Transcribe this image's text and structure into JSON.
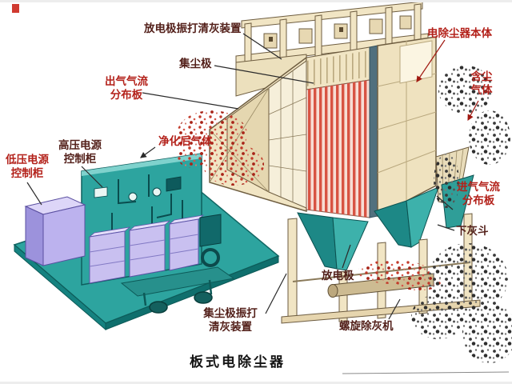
{
  "colors": {
    "label-red": "#b3211a",
    "label-dark": "#53201a",
    "title-color": "#141414",
    "teal": "#2da49f",
    "teal-dark": "#177170",
    "cream": "#f1e5c4",
    "plate-pink": "#d85343",
    "purple-light": "#c9c0f0",
    "purple-dark": "#8a7ed0",
    "dust-red": "#c23a2a",
    "dust-dark": "#3a3a3a"
  },
  "diagram": {
    "caption": "板式电除尘器",
    "labels": {
      "discharge_rapping": "放电极振打清灰装置",
      "esp_body": "电除尘器本体",
      "collecting_electrode": "集尘极",
      "outlet_plate": "出气气流\n分布板",
      "dusty_gas": "含尘\n气体",
      "clean_gas": "净化后气体",
      "hv_cabinet": "高压电源\n控制柜",
      "lv_cabinet": "低压电源\n控制柜",
      "inlet_plate": "进气气流\n分布板",
      "ash_hopper": "下灰斗",
      "discharge_electrode": "放电极",
      "collecting_rapping": "集尘极振打\n清灰装置",
      "screw_conveyor": "螺旋除灰机"
    }
  }
}
